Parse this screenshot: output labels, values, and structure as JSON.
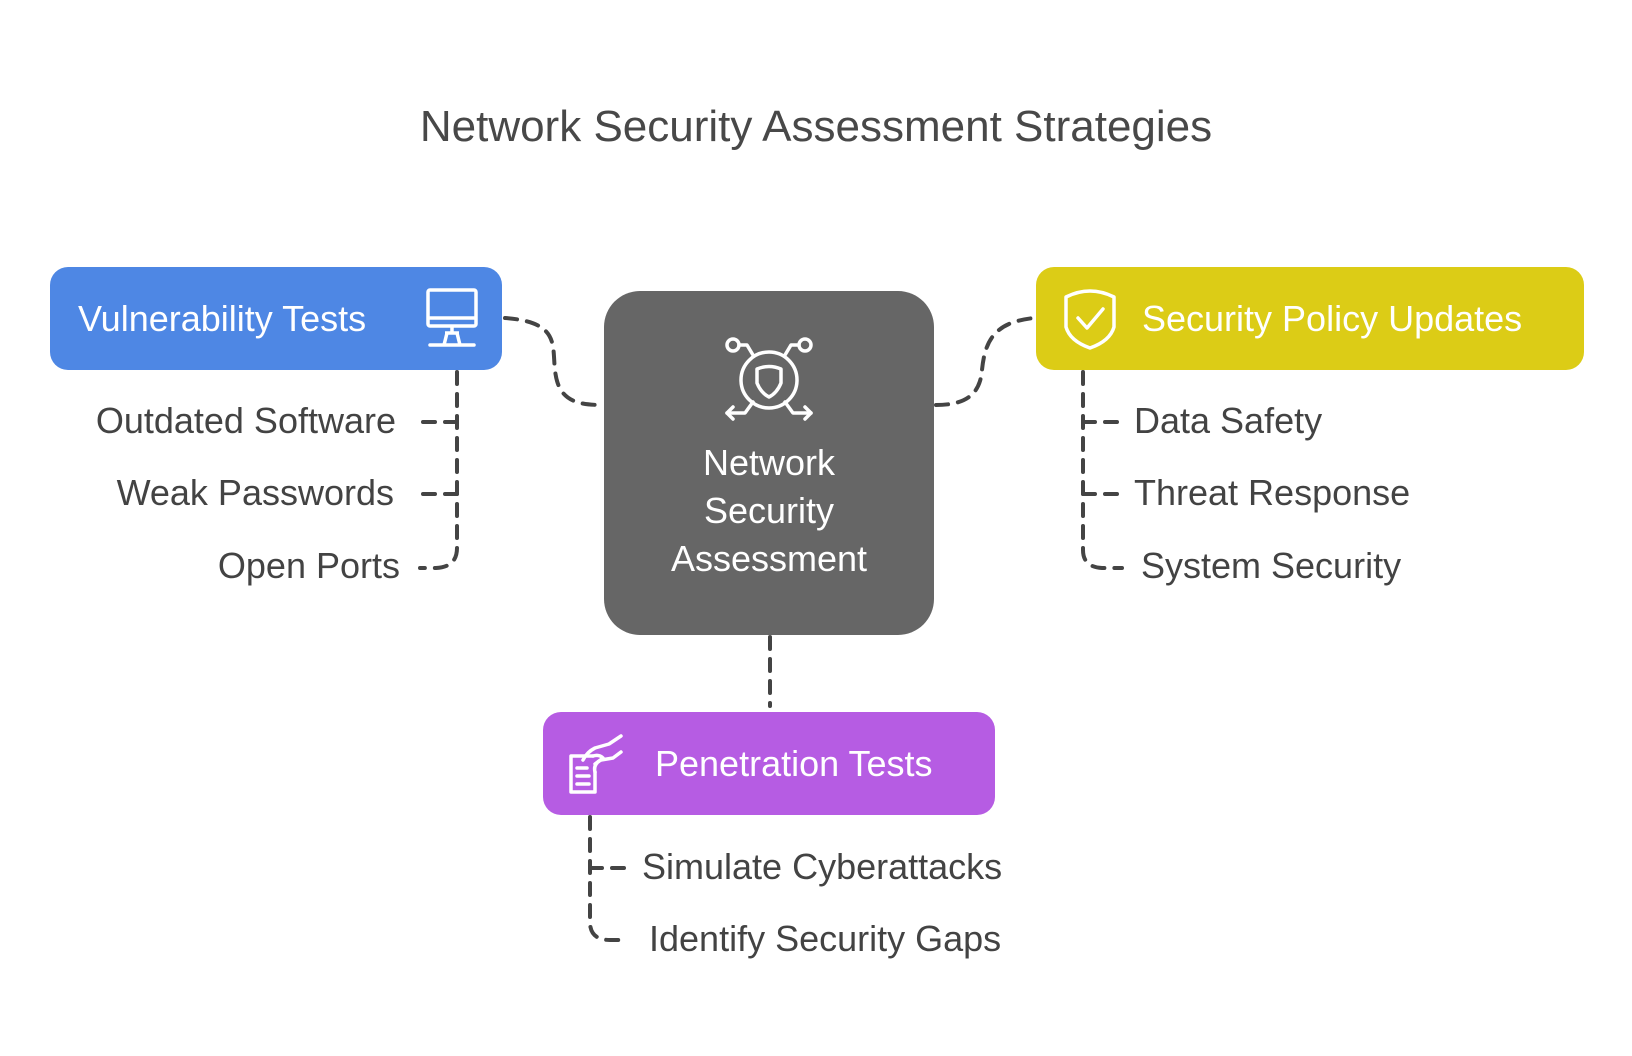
{
  "title": "Network Security Assessment Strategies",
  "center": {
    "label_lines": [
      "Network",
      "Security",
      "Assessment"
    ],
    "icon": "network-shield-icon",
    "color": "#666666"
  },
  "branches": [
    {
      "label": "Vulnerability Tests",
      "icon": "monitor-icon",
      "color": "#4e87e4",
      "items": [
        "Outdated Software",
        "Weak Passwords",
        "Open Ports"
      ]
    },
    {
      "label": "Security Policy Updates",
      "icon": "shield-check-icon",
      "color": "#dccc16",
      "items": [
        "Data Safety",
        "Threat Response",
        "System Security"
      ]
    },
    {
      "label": "Penetration Tests",
      "icon": "hand-document-icon",
      "color": "#b65ce3",
      "items": [
        "Simulate Cyberattacks",
        "Identify Security Gaps"
      ]
    }
  ]
}
